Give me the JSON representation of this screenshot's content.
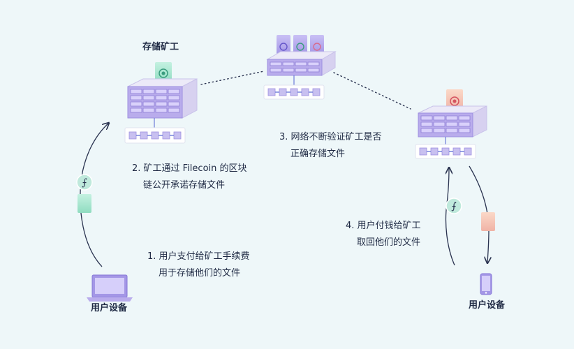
{
  "labels": {
    "miner_title": "存储矿工",
    "user_left": "用户设备",
    "user_right": "用户设备"
  },
  "steps": [
    {
      "line1": "1. 用户支付给矿工手续费",
      "line2": "用于存储他们的文件"
    },
    {
      "line1": "2. 矿工通过 Filecoin 的区块",
      "line2": "链公开承诺存储文件"
    },
    {
      "line1": "3. 网络不断验证矿工是否",
      "line2": "正确存储文件"
    },
    {
      "line1": "4. 用户付钱给矿工",
      "line2": "取回他们的文件"
    }
  ],
  "filecoin_symbol": "⨍",
  "colors": {
    "background": "#eef7f9",
    "server_purple": "#b9acec",
    "coin_teal": "#bfe9dc",
    "doc_green": "#a8e6cf",
    "doc_peach": "#f7c6b4",
    "cert_red": "#e8707a"
  },
  "icons": [
    "server-icon",
    "blockchain-icon",
    "laptop-icon",
    "phone-icon",
    "filecoin-coin-icon",
    "document-icon",
    "certificate-icon"
  ]
}
